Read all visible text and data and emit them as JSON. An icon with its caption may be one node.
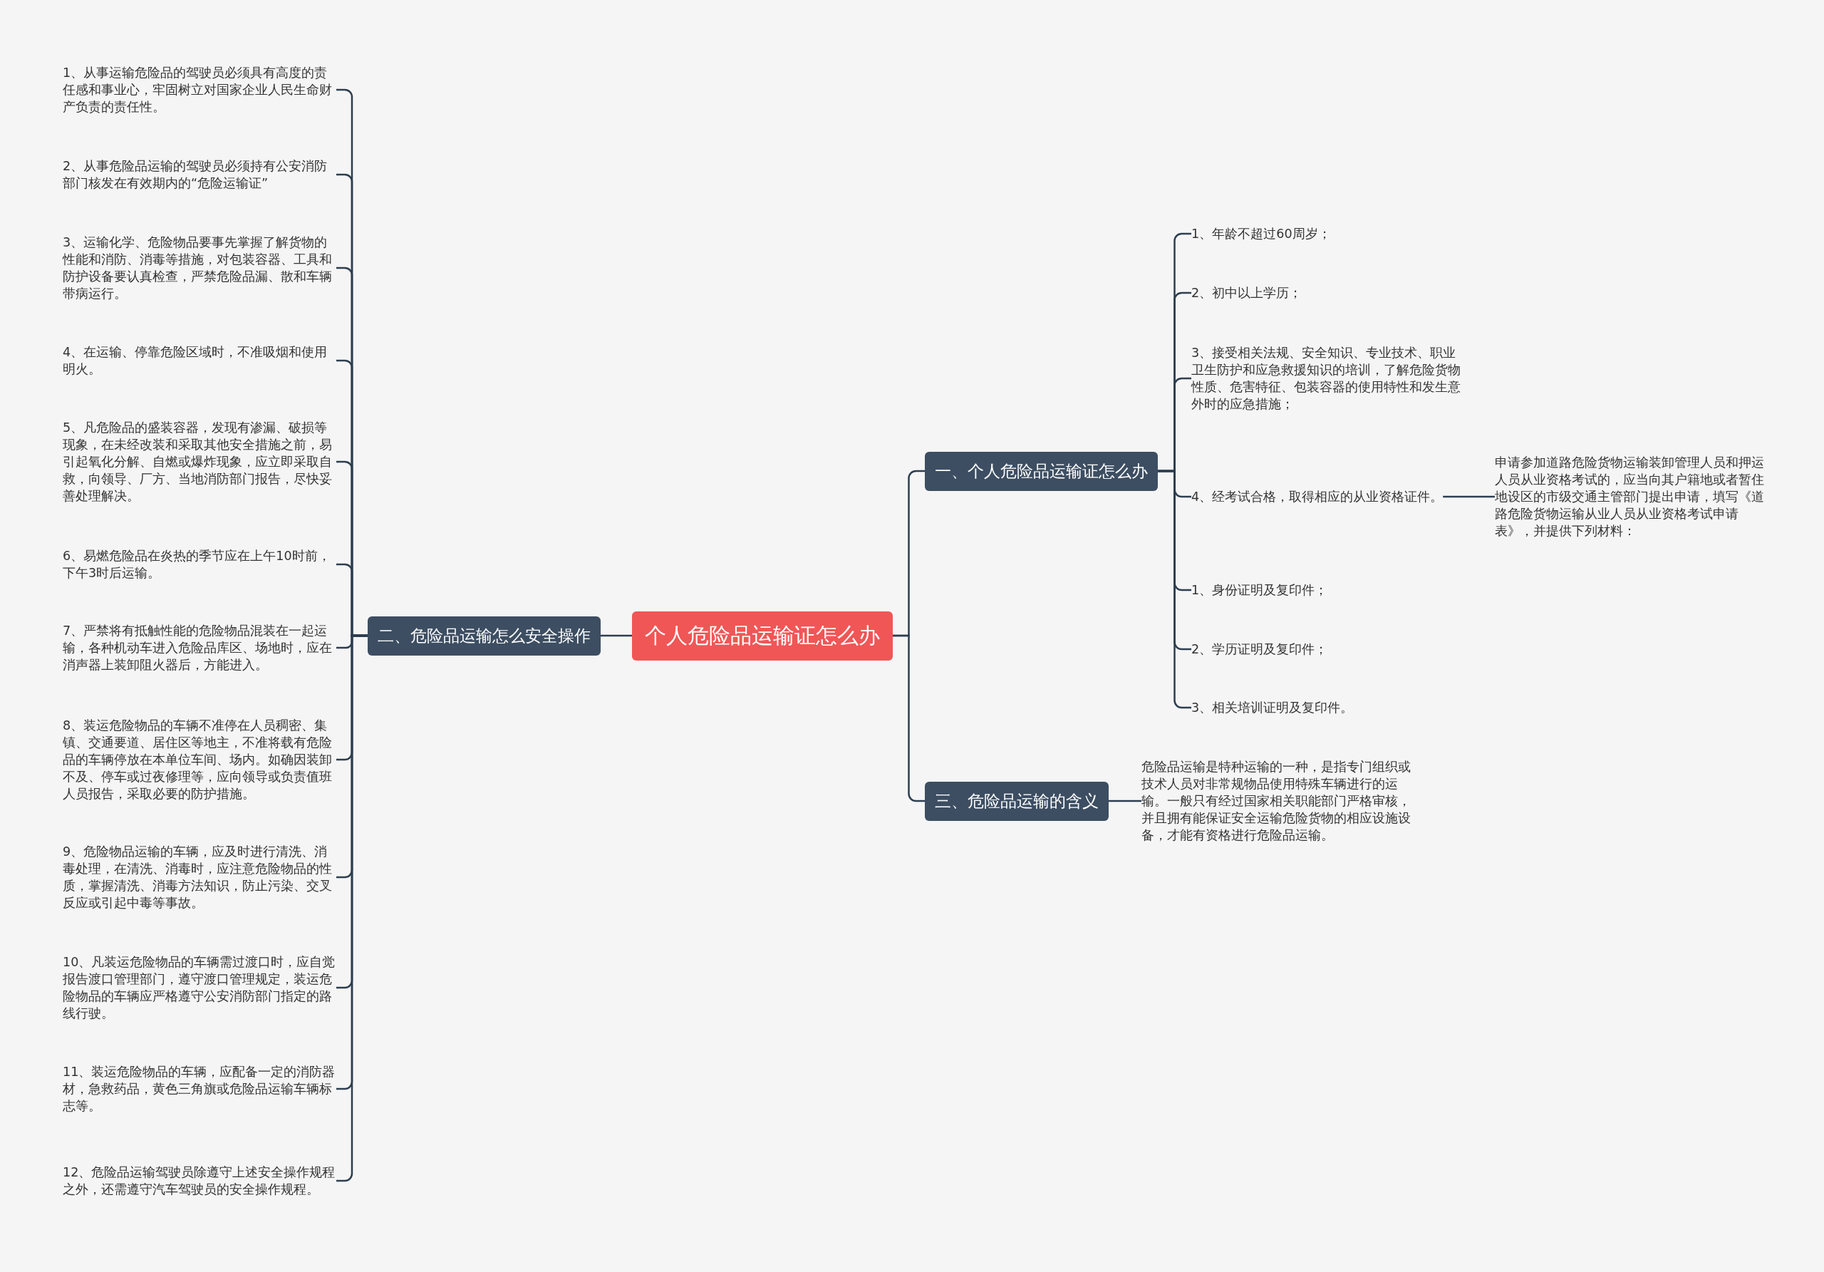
{
  "diagram": {
    "nodes": [
      {
        "text": [
          "个人危险品运输证怎么办"
        ]
      },
      {
        "text": [
          "一、个人危险品运输证怎么办"
        ]
      },
      {
        "text": [
          "1、年龄不超过60周岁；"
        ]
      },
      {
        "text": [
          "2、初中以上学历；"
        ]
      },
      {
        "text": [
          "3、接受相关法规、安全知识、专业技术、职业卫生防护和应急救援知识的培训，了解危险货物性质、危害特征、包装容器的使用特性和发生意外时的应急措施；"
        ]
      },
      {
        "text": [
          "4、经考试合格，取得相应的从业资格证件。"
        ]
      },
      {
        "text": [
          "申请参加道路危险货物运输装卸管理人员和押运人员从业资格考试的，应当向其户籍地或者暂住地设区的市级交通主管部门提出申请，填写《道路危险货物运输从业人员从业资格考试申请表》，并提供下列材料："
        ]
      },
      {
        "text": [
          "1、身份证明及复印件；"
        ]
      },
      {
        "text": [
          "2、学历证明及复印件；"
        ]
      },
      {
        "text": [
          "3、相关培训证明及复印件。"
        ]
      },
      {
        "text": [
          "二、危险品运输怎么安全操作"
        ]
      },
      {
        "text": [
          "1、从事运输危险品的驾驶员必须具有高度的责任感和事业心，牢固树立对国家企业人民生命财产负责的责任性。"
        ]
      },
      {
        "text": [
          "2、从事危险品运输的驾驶员必须持有公安消防部门核发在有效期内的“危险运输证”"
        ]
      },
      {
        "text": [
          "3、运输化学、危险物品要事先掌握了解货物的性能和消防、消毒等措施，对包装容器、工具和防护设备要认真检查，严禁危险品漏、散和车辆带病运行。"
        ]
      },
      {
        "text": [
          "4、在运输、停靠危险区域时，不准吸烟和使用明火。"
        ]
      },
      {
        "text": [
          "5、凡危险品的盛装容器，发现有渗漏、破损等现象，在未经改装和采取其他安全措施之前，易引起氧化分解、自燃或爆炸现象，应立即采取自救，向领导、厂方、当地消防部门报告，尽快妥善处理解决。"
        ]
      },
      {
        "text": [
          "6、易燃危险品在炎热的季节应在上午10时前，下午3时后运输。"
        ]
      },
      {
        "text": [
          "7、严禁将有抵触性能的危险物品混装在一起运输，各种机动车进入危险品库区、场地时，应在消声器上装卸阻火器后，方能进入。"
        ]
      },
      {
        "text": [
          "8、装运危险物品的车辆不准停在人员稠密、集镇、交通要道、居住区等地主，不准将载有危险品的车辆停放在本单位车间、场内。如确因装卸不及、停车或过夜修理等，应向领导或负责值班人员报告，采取必要的防护措施。"
        ]
      },
      {
        "text": [
          "9、危险物品运输的车辆，应及时进行清洗、消毒处理，在清洗、消毒时，应注意危险物品的性质，掌握清洗、消毒方法知识，防止污染、交叉反应或引起中毒等事故。"
        ]
      },
      {
        "text": [
          "10、凡装运危险物品的车辆需过渡口时，应自觉报告渡口管理部门，遵守渡口管理规定，装运危险物品的车辆应严格遵守公安消防部门指定的路线行驶。"
        ]
      },
      {
        "text": [
          "11、装运危险物品的车辆，应配备一定的消防器材，急救药品，黄色三角旗或危险品运输车辆标志等。"
        ]
      },
      {
        "text": [
          "12、危险品运输驾驶员除遵守上述安全操作规程之外，还需遵守汽车驾驶员的安全操作规程。"
        ]
      },
      {
        "text": [
          "三、危险品运输的含义"
        ]
      },
      {
        "text": [
          "危险品运输是特种运输的一种，是指专门组织或技术人员对非常规物品使用特殊车辆进行的运输。一般只有经过国家相关职能部门严格审核，并且拥有能保证安全运输危险货物的相应设施设备，才能有资格进行危险品运输。"
        ]
      }
    ],
    "edges": [
      {
        "from": 0,
        "to": 1,
        "arrow": "none"
      },
      {
        "from": 1,
        "to": 2,
        "arrow": "none"
      },
      {
        "from": 1,
        "to": 3,
        "arrow": "none"
      },
      {
        "from": 1,
        "to": 4,
        "arrow": "none"
      },
      {
        "from": 1,
        "to": 5,
        "arrow": "none"
      },
      {
        "from": 5,
        "to": 6,
        "arrow": "none"
      },
      {
        "from": 1,
        "to": 7,
        "arrow": "none"
      },
      {
        "from": 1,
        "to": 8,
        "arrow": "none"
      },
      {
        "from": 1,
        "to": 9,
        "arrow": "none"
      },
      {
        "from": 0,
        "to": 10,
        "arrow": "none"
      },
      {
        "from": 10,
        "to": 11,
        "arrow": "none"
      },
      {
        "from": 10,
        "to": 12,
        "arrow": "none"
      },
      {
        "from": 10,
        "to": 13,
        "arrow": "none"
      },
      {
        "from": 10,
        "to": 14,
        "arrow": "none"
      },
      {
        "from": 10,
        "to": 15,
        "arrow": "none"
      },
      {
        "from": 10,
        "to": 16,
        "arrow": "none"
      },
      {
        "from": 10,
        "to": 17,
        "arrow": "none"
      },
      {
        "from": 10,
        "to": 18,
        "arrow": "none"
      },
      {
        "from": 10,
        "to": 19,
        "arrow": "none"
      },
      {
        "from": 10,
        "to": 20,
        "arrow": "none"
      },
      {
        "from": 10,
        "to": 21,
        "arrow": "none"
      },
      {
        "from": 10,
        "to": 22,
        "arrow": "none"
      },
      {
        "from": 0,
        "to": 23,
        "arrow": "none"
      },
      {
        "from": 23,
        "to": 24,
        "arrow": "none"
      }
    ]
  }
}
